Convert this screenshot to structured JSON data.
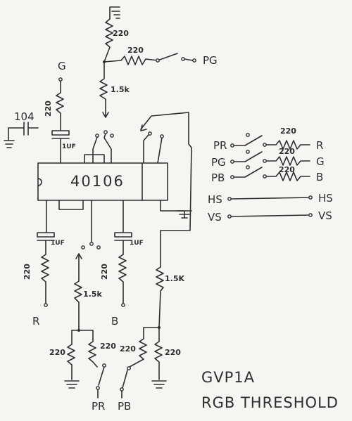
{
  "title": "GVP1A",
  "subtitle": "RGB THRESHOLD",
  "chip": "40106",
  "resistors": {
    "r220": "220",
    "r1k5": "1.5k",
    "r1k5_alt": "1.5K"
  },
  "capacitors": {
    "c104": "104",
    "c1uf": "1UF"
  },
  "signals": {
    "g": "G",
    "pg": "PG",
    "r": "R",
    "b": "B",
    "pr": "PR",
    "pb": "PB",
    "hs": "HS",
    "vs": "VS"
  }
}
